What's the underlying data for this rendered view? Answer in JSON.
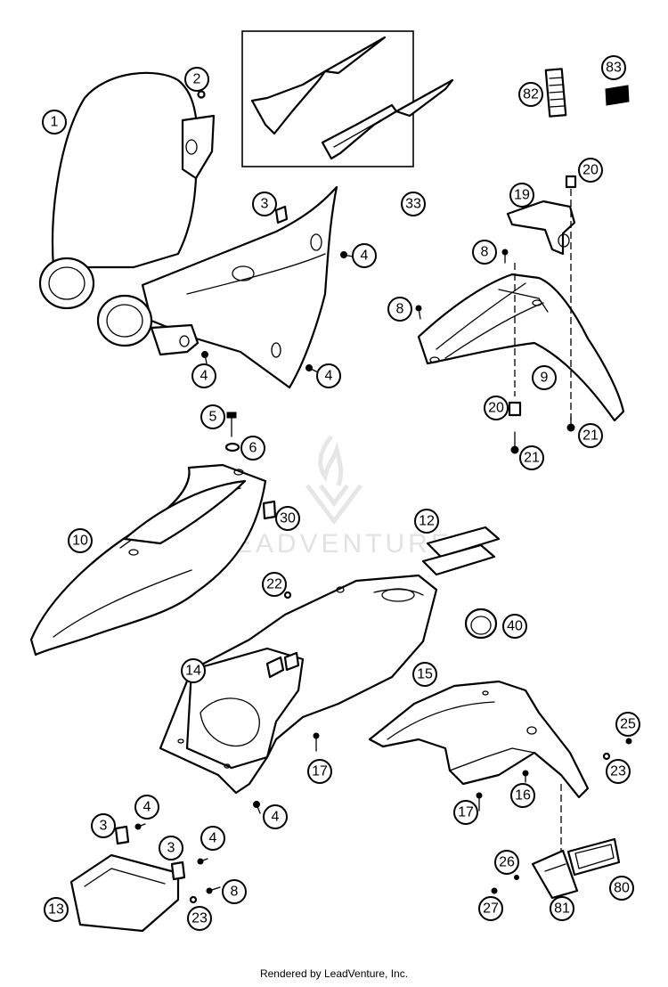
{
  "watermark": {
    "text": "LEADVENTURE"
  },
  "footer": {
    "credit": "Rendered by LeadVenture, Inc."
  },
  "callouts": {
    "c1": "1",
    "c2": "2",
    "c3a": "3",
    "c4a": "4",
    "c4b": "4",
    "c4c": "4",
    "c33": "33",
    "c82": "82",
    "c83": "83",
    "c20a": "20",
    "c19": "19",
    "c8a": "8",
    "c8b": "8",
    "c9": "9",
    "c20b": "20",
    "c21a": "21",
    "c21b": "21",
    "c5": "5",
    "c6": "6",
    "c30": "30",
    "c10": "10",
    "c12": "12",
    "c22": "22",
    "c40": "40",
    "c14": "14",
    "c15": "15",
    "c25": "25",
    "c23a": "23",
    "c17a": "17",
    "c16": "16",
    "c17b": "17",
    "c4d": "4",
    "c4e": "4",
    "c3b": "3",
    "c3c": "3",
    "c4f": "4",
    "c8c": "8",
    "c13": "13",
    "c23b": "23",
    "c26": "26",
    "c27": "27",
    "c81": "81",
    "c80": "80"
  }
}
